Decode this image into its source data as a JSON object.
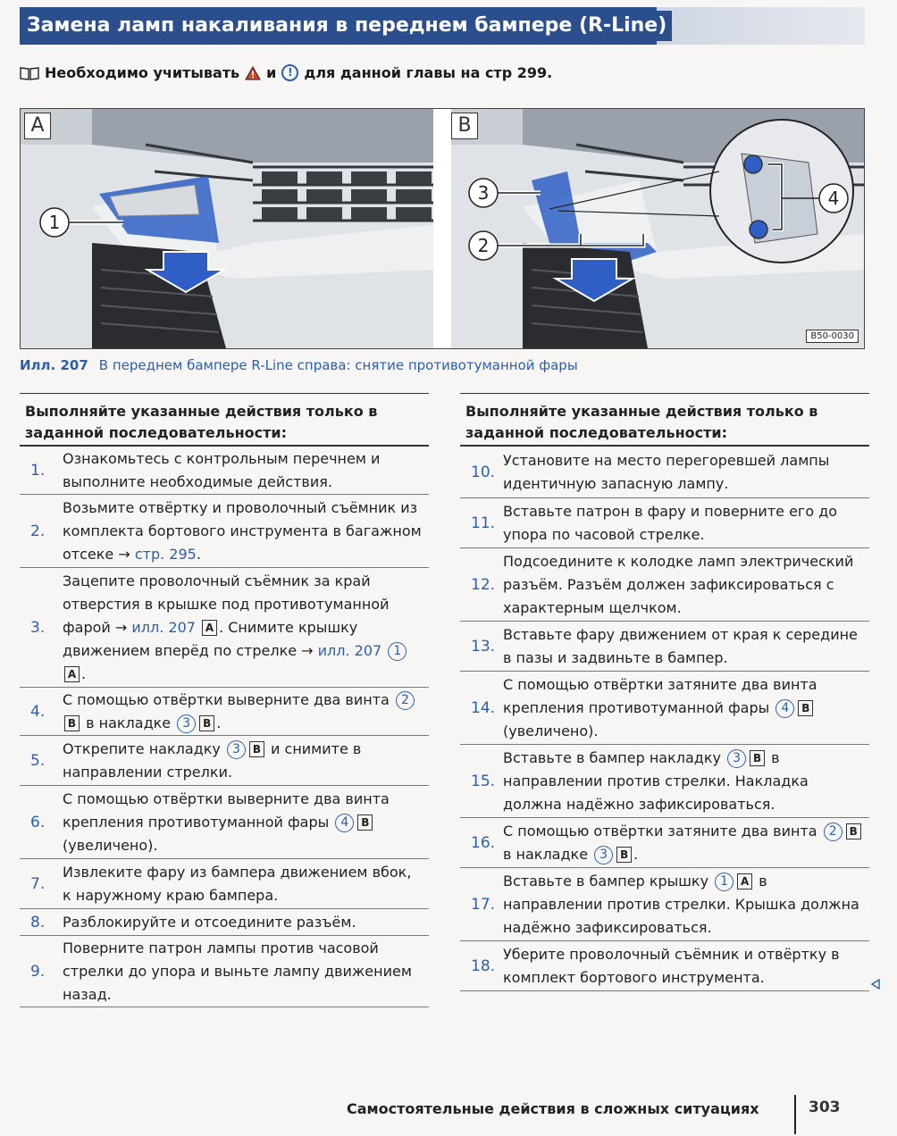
{
  "header": {
    "title": "Замена ламп накаливания в переднем бампере (R-Line)"
  },
  "notice": {
    "text_before": "Необходимо учитывать",
    "and": "и",
    "text_after": "для данной главы на стр 299."
  },
  "figure": {
    "panel_a_letter": "A",
    "panel_b_letter": "B",
    "callouts": [
      "1",
      "2",
      "3",
      "4"
    ],
    "code": "B50-0030",
    "colors": {
      "highlight": "#2f5fc6",
      "arrow": "#2f5fc6"
    }
  },
  "caption": {
    "number": "Илл. 207",
    "text": "В переднем бампере R-Line справа: снятие противотуманной фары"
  },
  "left_column": {
    "heading": "Выполняйте указанные действия только в заданной последовательности:",
    "steps": [
      {
        "num": "1.",
        "text": "Ознакомьтесь с контрольным перечнем и выполните необходимые действия."
      },
      {
        "num": "2.",
        "text": "Возьмите отвёртку и проволочный съёмник из комплекта бортового инструмента в багажном отсеке",
        "ref": "стр. 295",
        "ref_suffix": "."
      },
      {
        "num": "3.",
        "text_a": "Зацепите проволочный съёмник за край отверстия в крышке под противотуманной фарой",
        "ref_a": "илл. 207",
        "box_a": "A",
        "text_b": ". Снимите крышку движением вперёд по стрелке",
        "ref_b": "илл. 207",
        "circ_b": "1",
        "box_b": "A",
        "suffix": "."
      },
      {
        "num": "4.",
        "text_a": "С помощью отвёртки выверните два винта",
        "circ_a": "2",
        "box_a": "B",
        "text_b": "в накладке",
        "circ_b": "3",
        "box_b": "B",
        "suffix": "."
      },
      {
        "num": "5.",
        "text_a": "Открепите накладку",
        "circ_a": "3",
        "box_a": "B",
        "text_b": "и снимите в направлении стрелки."
      },
      {
        "num": "6.",
        "text_a": "С помощью отвёртки выверните два винта крепления противотуманной фары",
        "circ_a": "4",
        "box_a": "B",
        "text_b": "(увеличено)."
      },
      {
        "num": "7.",
        "text": "Извлеките фару из бампера движением вбок, к наружному краю бампера."
      },
      {
        "num": "8.",
        "text": "Разблокируйте и отсоедините разъём."
      },
      {
        "num": "9.",
        "text": "Поверните патрон лампы против часовой стрелки до упора и выньте лампу движением назад."
      }
    ]
  },
  "right_column": {
    "heading": "Выполняйте указанные действия только в заданной последовательности:",
    "steps": [
      {
        "num": "10.",
        "text": "Установите на место перегоревшей лампы идентичную запасную лампу."
      },
      {
        "num": "11.",
        "text": "Вставьте патрон в фару и поверните его до упора по часовой стрелке."
      },
      {
        "num": "12.",
        "text": "Подсоедините к колодке ламп электрический разъём. Разъём должен зафиксироваться с характерным щелчком."
      },
      {
        "num": "13.",
        "text": "Вставьте фару движением от края к середине в пазы и задвиньте в бампер."
      },
      {
        "num": "14.",
        "text_a": "С помощью отвёртки затяните два винта крепления противотуманной фары",
        "circ_a": "4",
        "box_a": "B",
        "text_b": "(увеличено)."
      },
      {
        "num": "15.",
        "text_a": "Вставьте в бампер накладку",
        "circ_a": "3",
        "box_a": "B",
        "text_b": "в направлении против стрелки. Накладка должна надёжно зафиксироваться."
      },
      {
        "num": "16.",
        "text_a": "С помощью отвёртки затяните два винта",
        "circ_a": "2",
        "box_a": "B",
        "text_b": "в накладке",
        "circ_b": "3",
        "box_b": "B",
        "suffix": "."
      },
      {
        "num": "17.",
        "text_a": "Вставьте в бампер крышку",
        "circ_a": "1",
        "box_a": "A",
        "text_b": "в направлении против стрелки. Крышка должна надёжно зафиксироваться."
      },
      {
        "num": "18.",
        "text": "Уберите проволочный съёмник и отвёртку в комплект бортового инструмента."
      }
    ]
  },
  "footer": {
    "section": "Самостоятельные действия в сложных ситуациях",
    "page": "303"
  }
}
